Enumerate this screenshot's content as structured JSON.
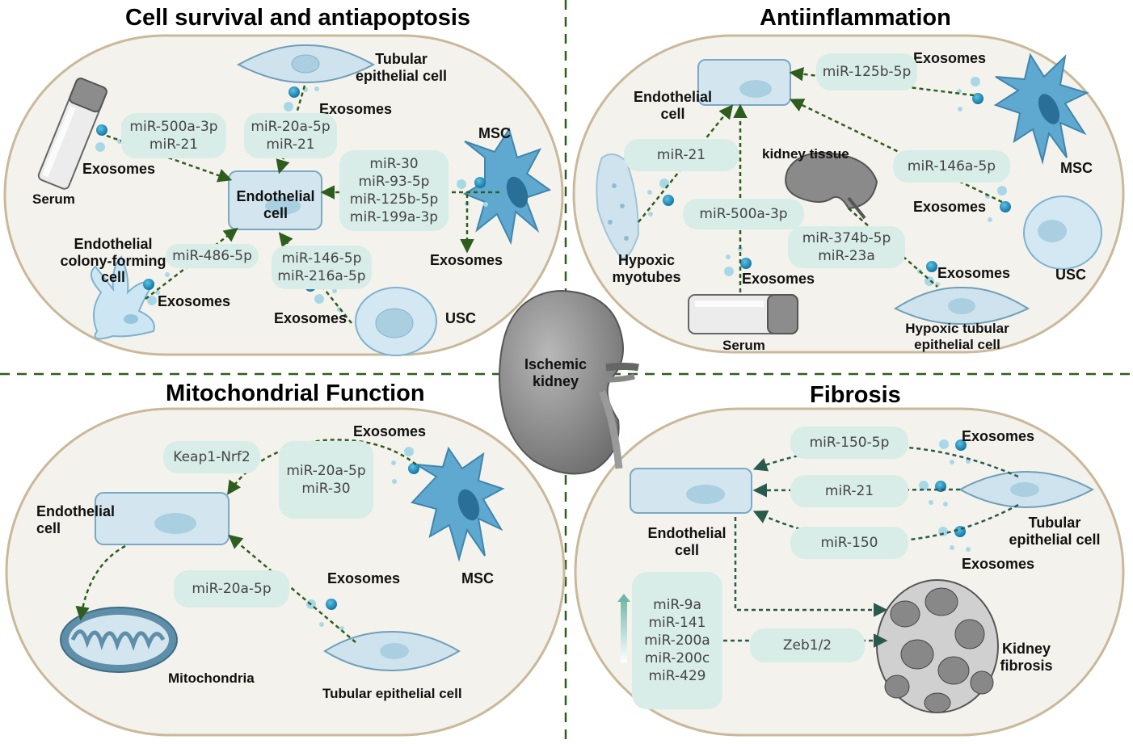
{
  "quadrants": {
    "survival": {
      "title": "Cell survival and antiapoptosis",
      "labels": {
        "tubular": "Tubular\nepithelial cell",
        "exosomes_top": "Exosomes",
        "msc": "MSC",
        "serum": "Serum",
        "exosomes_serum": "Exosomes",
        "endothelial": "Endothelial\ncell",
        "ecfc": "Endothelial\ncolony-forming\ncell",
        "exosomes_ecfc": "Exosomes",
        "exosomes_msc": "Exosomes",
        "exosomes_usc": "Exosomes",
        "usc": "USC"
      },
      "mirs": {
        "serum": [
          "miR-500a-3p",
          "miR-21"
        ],
        "tubular": [
          "miR-20a-5p",
          "miR-21"
        ],
        "msc": [
          "miR-30",
          "miR-93-5p",
          "miR-125b-5p",
          "miR-199a-3p"
        ],
        "ecfc": [
          "miR-486-5p"
        ],
        "usc": [
          "miR-146-5p",
          "miR-216a-5p"
        ]
      }
    },
    "antiinflammation": {
      "title": "Antiinflammation",
      "labels": {
        "exosomes_msc": "Exosomes",
        "endothelial": "Endothelial\ncell",
        "kidney_tissue": "kidney tissue",
        "msc": "MSC",
        "exosomes_usc": "Exosomes",
        "usc": "USC",
        "hypoxic_myotubes": "Hypoxic\nmyotubes",
        "exosomes_serum": "Exosomes",
        "exosomes_tubular": "Exosomes",
        "serum": "Serum",
        "hypoxic_tubular": "Hypoxic tubular\nepithelial cell"
      },
      "mirs": {
        "msc": [
          "miR-125b-5p"
        ],
        "myotubes": [
          "miR-21"
        ],
        "usc": [
          "miR-146a-5p"
        ],
        "serum": [
          "miR-500a-3p"
        ],
        "tissue": [
          "miR-374b-5p",
          "miR-23a"
        ]
      }
    },
    "mitochondrial": {
      "title": "Mitochondrial Function",
      "labels": {
        "exosomes_msc": "Exosomes",
        "endothelial": "Endothelial\ncell",
        "msc": "MSC",
        "exosomes_tubular": "Exosomes",
        "mitochondria": "Mitochondria",
        "tubular": "Tubular epithelial cell"
      },
      "pathway": "Keap1-Nrf2",
      "mirs": {
        "msc": [
          "miR-20a-5p",
          "miR-30"
        ],
        "tubular": [
          "miR-20a-5p"
        ]
      }
    },
    "fibrosis": {
      "title": "Fibrosis",
      "labels": {
        "exosomes_top": "Exosomes",
        "endothelial": "Endothelial\ncell",
        "tubular": "Tubular\nepithelial cell",
        "exosomes_bottom": "Exosomes",
        "kidney_fibrosis": "Kidney\nfibrosis"
      },
      "target": "Zeb1/2",
      "mirs": {
        "top": [
          "miR-150-5p"
        ],
        "middle": [
          "miR-21"
        ],
        "bottom": [
          "miR-150"
        ],
        "upregulated": [
          "miR-9a",
          "miR-141",
          "miR-200a",
          "miR-200c",
          "miR-429"
        ]
      }
    }
  },
  "center": {
    "label": "Ischemic\nkidney"
  },
  "colors": {
    "arrow": "#2e5e1e",
    "fibrosis_arrow": "#2a5a4e",
    "capsule_fill": "#f4f2ec",
    "capsule_stroke": "#c9b99a",
    "mir_box": "#d8ede8",
    "cell_fill": "#d3e6f0",
    "exosome_dark": "#1a8fc0",
    "exosome_light": "#a8d8e8",
    "divider": "#2e5e1e"
  }
}
